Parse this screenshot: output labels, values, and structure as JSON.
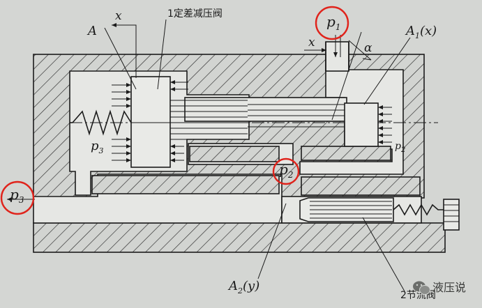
{
  "labels": {
    "valve1": "1定差减压阀",
    "valve2": "2节流阀",
    "x_top": "x",
    "x_right": "x",
    "a": "A",
    "p1": "p",
    "p1_sub": "1",
    "a1x": "A",
    "a1x_sub": "1",
    "a1x_tail": "(x)",
    "alpha": "α",
    "p3_left": "p",
    "p3_left_sub": "3",
    "p2_right": "p",
    "p2_right_sub": "2",
    "p2_mid": "p",
    "p2_mid_sub": "2",
    "p3_out": "p",
    "p3_out_sub": "3",
    "a2y": "A",
    "a2y_sub": "2",
    "a2y_tail": "(y)"
  },
  "watermark": {
    "text": "液压说",
    "icon": "wechat-icon"
  },
  "colors": {
    "highlight_ring": "#e0231b",
    "ink": "#1b1b1b",
    "paper": "#d4d6d3"
  }
}
